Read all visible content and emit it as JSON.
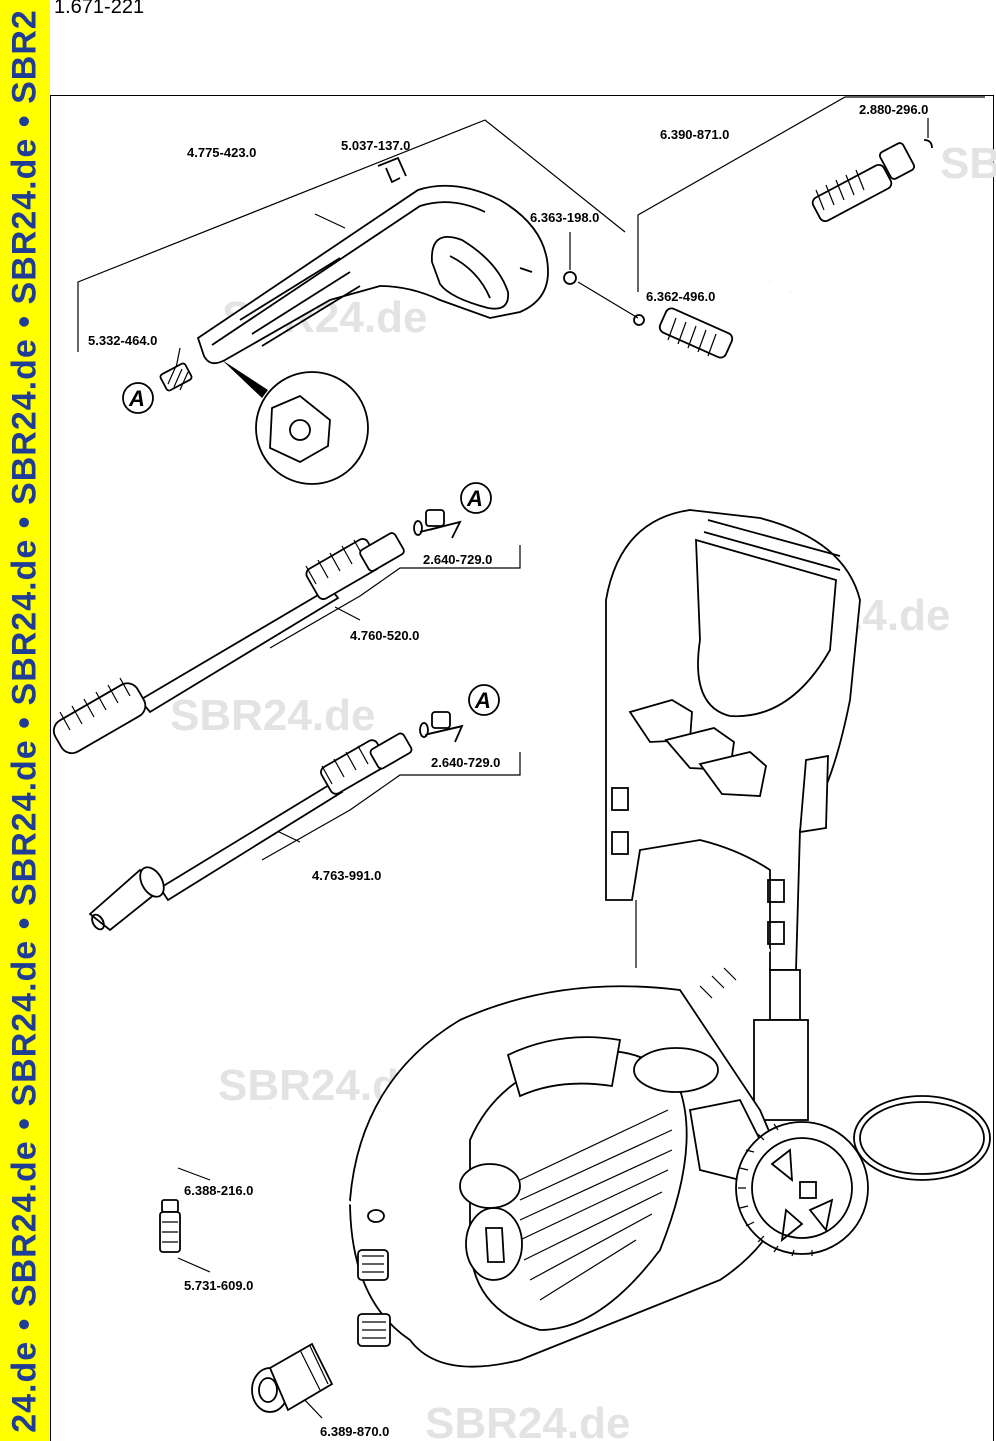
{
  "sidebar": {
    "text": "24.de • SBR24.de • SBR24.de • SBR24.de • SBR24.de • SBR24.de • SBR24.de • SBR2"
  },
  "header": {
    "model_number": "1.671-221"
  },
  "colors": {
    "sidebar_bg": "#ffff00",
    "sidebar_text": "#1f3c96",
    "watermark": "#e3e3e3"
  },
  "watermark": {
    "text": "SBR24.de"
  },
  "diagram": {
    "marker_label": "A",
    "parts": [
      {
        "id": "p1",
        "number": "4.775-423.0"
      },
      {
        "id": "p2",
        "number": "5.037-137.0"
      },
      {
        "id": "p3",
        "number": "6.390-871.0"
      },
      {
        "id": "p4",
        "number": "2.880-296.0"
      },
      {
        "id": "p5",
        "number": "6.363-198.0"
      },
      {
        "id": "p6",
        "number": "6.362-496.0"
      },
      {
        "id": "p7",
        "number": "5.332-464.0"
      },
      {
        "id": "p8",
        "number": "2.640-729.0"
      },
      {
        "id": "p9",
        "number": "4.760-520.0"
      },
      {
        "id": "p10",
        "number": "2.640-729.0"
      },
      {
        "id": "p11",
        "number": "4.763-991.0"
      },
      {
        "id": "p12",
        "number": "6.388-216.0"
      },
      {
        "id": "p13",
        "number": "5.731-609.0"
      },
      {
        "id": "p14",
        "number": "6.389-870.0"
      }
    ]
  }
}
